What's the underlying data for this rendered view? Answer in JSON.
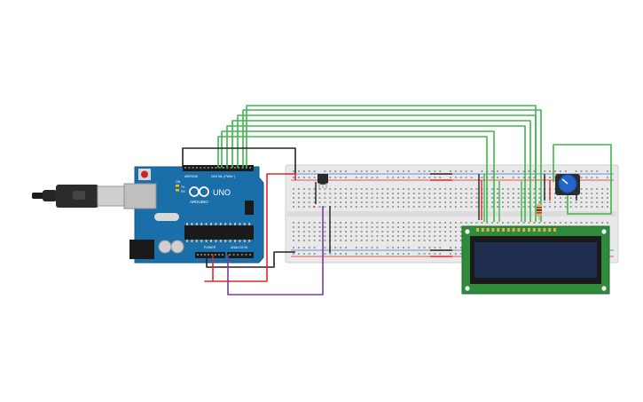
{
  "board": {
    "logo_text": "ARDUINO",
    "model_text": "UNO",
    "digital_label": "DIGITAL (PWM~)",
    "analog_label": "ANALOG IN",
    "power_label": "POWER",
    "tx_label": "TX",
    "rx_label": "RX",
    "on_label": "ON",
    "aref_label": "AREF",
    "gnd_label": "GND"
  },
  "colors": {
    "wire_green": "#3fb64a",
    "wire_black": "#222222",
    "wire_red": "#e0262b",
    "wire_purple": "#7a3d9a",
    "board_blue": "#1b6fa8",
    "lcd_pcb": "#2f8a3c",
    "lcd_screen": "#1f2d4f",
    "breadboard": "#e9e9e9",
    "pot_body": "#2266cc"
  },
  "components": {
    "usb_cable": "usb-cable",
    "arduino": "arduino-uno",
    "breadboard": "breadboard",
    "temperature_sensor": "tmp36-sensor",
    "potentiometer": "potentiometer",
    "resistor": "resistor",
    "lcd": "lcd-16x2"
  }
}
